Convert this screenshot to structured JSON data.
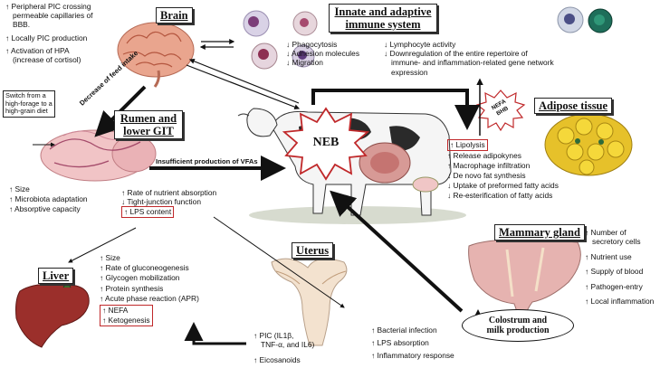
{
  "brain": {
    "title": "Brain",
    "effects": [
      "↑ Peripheral PIC crossing",
      "permeable capillaries of",
      "BBB.",
      "↑ Locally PIC production",
      "↑ Activation of HPA",
      "(increase of cortisol)"
    ]
  },
  "immune": {
    "title": "Innate and adaptive\nimmune system",
    "left_effects": [
      "↓ Phagocytosis",
      "↓ Adhesion molecules",
      "↓ Migration"
    ],
    "right_effects": [
      "↓ Lymphocyte activity",
      "↓ Downregulation of the entire repertoire of",
      "immune- and inflammation-related gene network",
      "expression"
    ]
  },
  "switch_note": [
    "Switch from a",
    "high-forage to a",
    "high-grain diet"
  ],
  "feed_intake_label": "Decrease of feed intake",
  "rumen": {
    "title": "Rumen and\nlower GIT",
    "effects": [
      "↑ Size",
      "↑ Microbiota adaptation",
      "↑ Absorptive capacity"
    ],
    "vfa_label": "Insufficient production of VFAs",
    "gut_effects": [
      "↑ Rate of nutrient absorption",
      "↓ Tight-junction function"
    ],
    "lps": "↑ LPS content"
  },
  "neb": "NEB",
  "nefa_bhb": [
    "NEFA",
    "BHB"
  ],
  "adipose": {
    "title": "Adipose tissue",
    "lipolysis": "↑ Lipolysis",
    "effects": [
      "↑ Release adipokynes",
      "↑ Macrophage infiltration",
      "↓ De novo fat synthesis",
      "↓ Uptake of preformed fatty acids",
      "↓ Re-esterification of fatty acids"
    ]
  },
  "liver": {
    "title": "Liver",
    "effects": [
      "↑ Size",
      "↑ Rate of gluconeogenesis",
      "↑ Glycogen mobilization",
      "↑ Protein synthesis",
      "↑ Acute phase reaction (APR)"
    ],
    "highlighted": [
      "↑ NEFA",
      "↑ Ketogenesis"
    ]
  },
  "uterus": {
    "title": "Uterus",
    "pic": [
      "↑ PIC (IL1β,",
      "TNF-α, and IL6)"
    ],
    "eicosanoids": "↑ Eicosanoids",
    "effects": [
      "↑ Bacterial infection",
      "↑ LPS absorption",
      "↑ Inflammatory response"
    ]
  },
  "mammary": {
    "title": "Mammary gland",
    "effects": [
      "↑ Number of",
      "secretory cells",
      "↑ Nutrient use",
      "↑ Supply of blood",
      "↑ Pathogen-entry",
      "↑ Local inflammation"
    ]
  },
  "colostrum": [
    "Colostrum and",
    "milk production"
  ],
  "colors": {
    "highlight_border": "#c0282a",
    "neb_fill": "#ffffff",
    "neb_border": "#c0282a",
    "adipocyte": "#f2d11e"
  }
}
